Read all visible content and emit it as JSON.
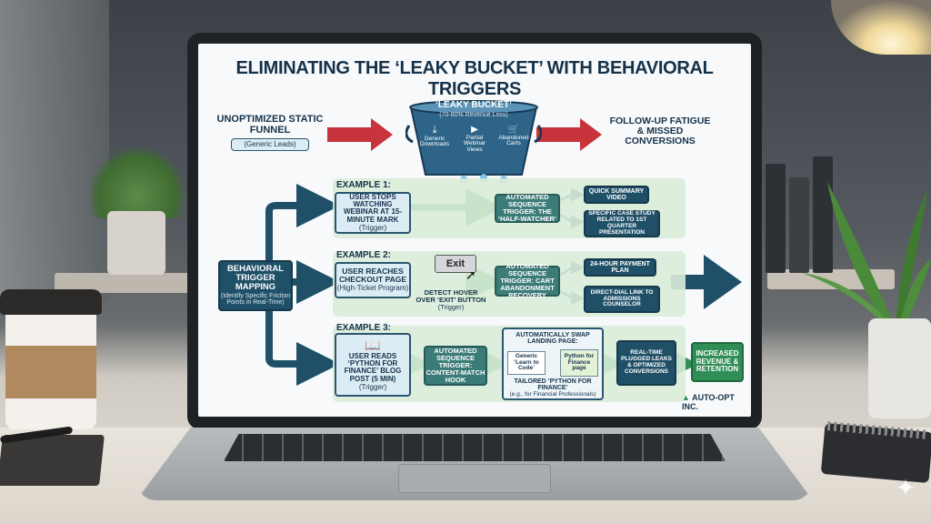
{
  "diagram": {
    "title": "ELIMINATING THE ‘LEAKY BUCKET’ WITH BEHAVIORAL TRIGGERS",
    "top_row": {
      "left_title": "UNOPTIMIZED STATIC FUNNEL",
      "left_sub": "(Generic Leads)",
      "bucket_title": "‘LEAKY BUCKET’",
      "bucket_sub": "(70-80% Revenue Loss)",
      "bucket_items": [
        "Generic Downloads",
        "Partial Webinar Views",
        "Abandoned Carts"
      ],
      "right_title": "FOLLOW-UP FATIGUE & MISSED CONVERSIONS"
    },
    "mapping": {
      "title": "BEHAVIORAL TRIGGER MAPPING",
      "sub": "(Identify Specific Friction Points in Real-Time)"
    },
    "example1": {
      "label": "EXAMPLE 1:",
      "trigger_title": "USER STOPS WATCHING WEBINAR AT 15-MINUTE MARK",
      "trigger_sub": "(Trigger)",
      "sequence": "AUTOMATED SEQUENCE TRIGGER: THE ‘HALF-WATCHER’",
      "outputs": [
        "QUICK SUMMARY VIDEO",
        "SPECIFIC CASE STUDY RELATED TO 1ST QUARTER PRESENTATION"
      ]
    },
    "example2": {
      "label": "EXAMPLE 2:",
      "trigger_title": "USER REACHES CHECKOUT PAGE",
      "trigger_sub": "(High-Ticket Program)",
      "exit_label": "Exit",
      "hover_title": "DETECT HOVER OVER ‘EXIT’ BUTTON",
      "hover_sub": "(Trigger)",
      "sequence": "AUTOMATED SEQUENCE TRIGGER: CART ABANDONMENT RECOVERY",
      "outputs": [
        "24-HOUR PAYMENT PLAN",
        "DIRECT-DIAL LINK TO ADMISSIONS COUNSELOR"
      ]
    },
    "example3": {
      "label": "EXAMPLE 3:",
      "trigger_title": "USER READS ‘PYTHON FOR FINANCE’ BLOG POST (5 MIN)",
      "trigger_sub": "(Trigger)",
      "sequence": "AUTOMATED SEQUENCE TRIGGER: CONTENT-MATCH HOOK",
      "swap_title": "AUTOMATICALLY SWAP LANDING PAGE:",
      "swap_from": "Generic ‘Learn to Code’",
      "swap_to": "Python for Finance page",
      "swap_caption": "TAILORED ‘PYTHON FOR FINANCE’",
      "swap_caption_sub": "(e.g., for Financial Professionals)",
      "realtime": "REAL-TIME PLUGGED LEAKS & OPTIMIZED CONVERSIONS",
      "result": "INCREASED REVENUE & RETENTION"
    },
    "brand": "AUTO-OPT INC."
  },
  "colors": {
    "navy": "#15324a",
    "dark_teal": "#1f5068",
    "teal": "#3b7b78",
    "green": "#2f8d55",
    "red_arrow": "#c8343b",
    "band": "#d9ecd9"
  }
}
